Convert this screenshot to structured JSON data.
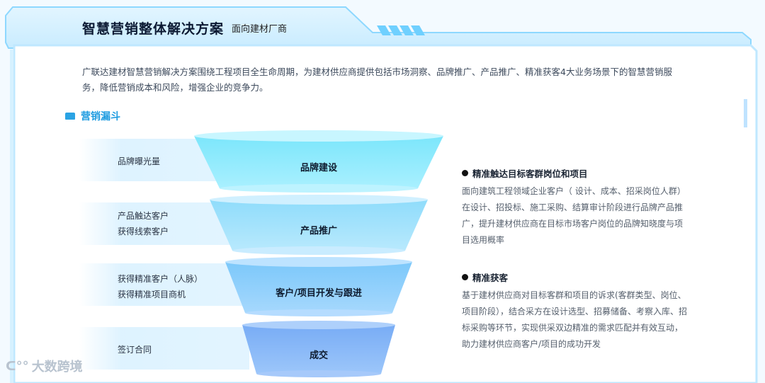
{
  "header": {
    "title": "智慧营销整体解决方案",
    "subtitle": "面向建材厂商"
  },
  "intro": "广联达建材智慧营销解决方案围绕工程项目全生命周期，为建材供应商提供包括市场洞察、品牌推广、产品推广、精准获客4大业务场景下的智慧营销服务，降低营销成本和风险，增强企业的竞争力。",
  "section": {
    "title": "营销漏斗"
  },
  "funnel": {
    "stages": [
      {
        "label": "品牌建设",
        "side_lines": [
          "品牌曝光量"
        ]
      },
      {
        "label": "产品推广",
        "side_lines": [
          "产品触达客户",
          "获得线索客户"
        ]
      },
      {
        "label": "客户/项目开发与跟进",
        "side_lines": [
          "获得精准客户（人脉）",
          "获得精准项目商机"
        ]
      },
      {
        "label": "成交",
        "side_lines": [
          "签订合同"
        ]
      }
    ]
  },
  "highlights": [
    {
      "title": "精准触达目标客群岗位和项目",
      "text": "面向建筑工程领域企业客户（ 设计、成本、招采岗位人群）在设计、招投标、施工采购、结算审计阶段进行品牌产品推广，提升建材供应商在目标市场客户岗位的品牌知晓度与项目选用概率"
    },
    {
      "title": "精准获客",
      "text": "基于建材供应商对目标客群和项目的诉求(客群类型、岗位、项目阶段），结合采方在设计选型、招募储备、考察入库、招标采购等环节，实现供采双边精准的需求匹配并有效互动，助力建材供应商客户/项目的成功开发"
    }
  ],
  "watermark": "大数跨境",
  "colors": {
    "accent": "#1d9be0",
    "stage1": "#8fe9fb",
    "stage2": "#a9e2fb",
    "stage3": "#94d1fb",
    "stage4": "#8dbcf7"
  }
}
